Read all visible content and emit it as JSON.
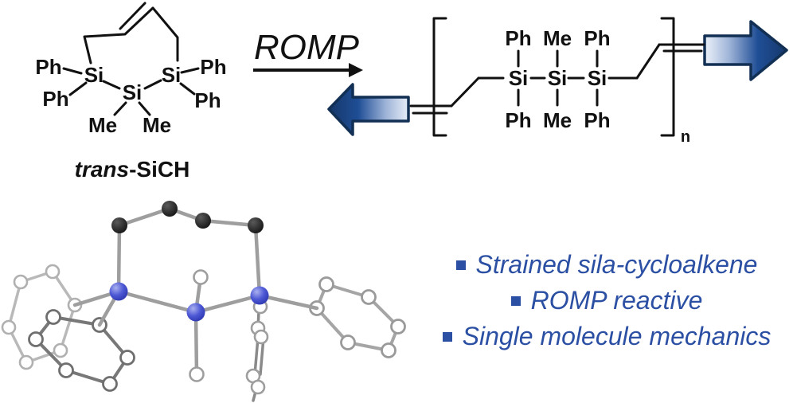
{
  "reactant": {
    "name_prefix": "trans",
    "name_suffix": "-SiCH"
  },
  "reaction": {
    "label": "ROMP"
  },
  "atoms": {
    "si": "Si",
    "ph": "Ph",
    "me": "Me"
  },
  "polymer": {
    "repeat_subscript": "n"
  },
  "highlights": [
    "Strained sila-cycloalkene",
    "ROMP reactive",
    "Single molecule mechanics"
  ],
  "colors": {
    "highlight_text": "#2B4FA3",
    "strain_arrow_border": "#122F54",
    "strain_arrow_dark": "#16386B",
    "strain_arrow_light": "#EDF2FA",
    "bond_black": "#111111",
    "silicon_sphere_blue": "#4D58D5",
    "carbon_sphere_black": "#1A1A1A",
    "xray_bond_gray": "#9E9E9E"
  }
}
